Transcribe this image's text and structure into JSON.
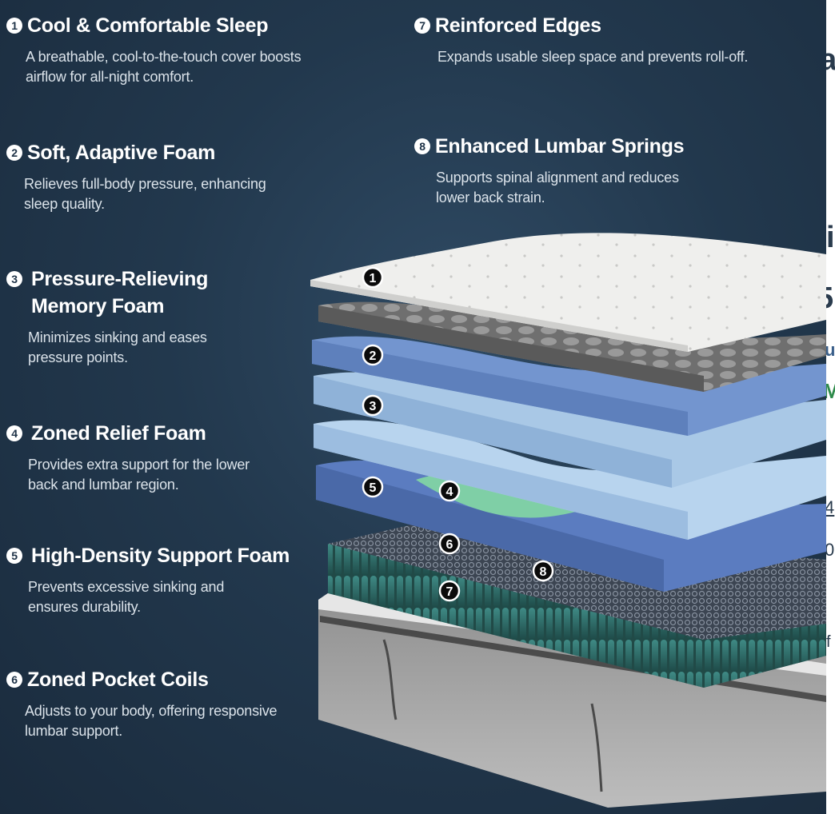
{
  "features": [
    {
      "num": "1",
      "title": "Cool & Comfortable Sleep",
      "desc_lines": [
        "A breathable, cool-to-the-touch cover boosts",
        "airflow for all-night comfort."
      ]
    },
    {
      "num": "2",
      "title": "Soft, Adaptive Foam",
      "desc_lines": [
        "Relieves full-body pressure, enhancing",
        "sleep quality."
      ]
    },
    {
      "num": "3",
      "title_lines": [
        "Pressure-Relieving",
        "Memory Foam"
      ],
      "desc_lines": [
        "Minimizes sinking and eases",
        "pressure points."
      ]
    },
    {
      "num": "4",
      "title": "Zoned Relief Foam",
      "desc_lines": [
        "Provides extra support for the lower",
        "back and lumbar region."
      ]
    },
    {
      "num": "5",
      "title": "High-Density Support Foam",
      "desc_lines": [
        "Prevents excessive sinking and",
        "ensures durability."
      ]
    },
    {
      "num": "6",
      "title": "Zoned Pocket Coils",
      "desc_lines": [
        "Adjusts to your body, offering responsive",
        "lumbar support."
      ]
    },
    {
      "num": "7",
      "title": "Reinforced Edges",
      "desc_lines": [
        "Expands usable sleep space and prevents roll-off."
      ]
    },
    {
      "num": "8",
      "title": "Enhanced Lumbar Springs",
      "desc_lines": [
        "Supports spinal alignment and reduces",
        "lower back strain."
      ]
    }
  ],
  "layer_badges": [
    "1",
    "2",
    "3",
    "5",
    "4",
    "6",
    "8",
    "7"
  ],
  "colors": {
    "background": "#22384d",
    "text": "#ffffff",
    "desc_text": "#dbe3ea",
    "cover": "#ececea",
    "gel_foam": "#7b7b7b",
    "memory_foam_dark": "#6f8fc9",
    "memory_foam_light": "#a9c8e6",
    "zoned_relief": "#7fcfa6",
    "support_foam": "#5b7cc0",
    "coils": "#2f6e6a",
    "base_fabric": "#9b9b9b"
  },
  "edge_fragments": [
    "a",
    "i",
    "5",
    "u",
    "M",
    "4",
    "0",
    "f"
  ]
}
